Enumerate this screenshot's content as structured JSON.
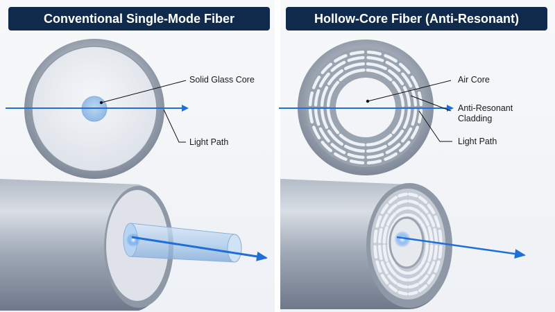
{
  "left_panel": {
    "title": "Conventional Single-Mode Fiber",
    "labels": {
      "core": "Solid Glass Core",
      "light_path": "Light Path"
    }
  },
  "right_panel": {
    "title": "Hollow-Core Fiber (Anti-Resonant)",
    "labels": {
      "core": "Air Core",
      "cladding": "Anti-Resonant Cladding",
      "light_path": "Light Path"
    }
  },
  "colors": {
    "title_bar": "#102a4c",
    "glass_gray": "#8c96a4",
    "light_beam": "#1f6fd6"
  }
}
